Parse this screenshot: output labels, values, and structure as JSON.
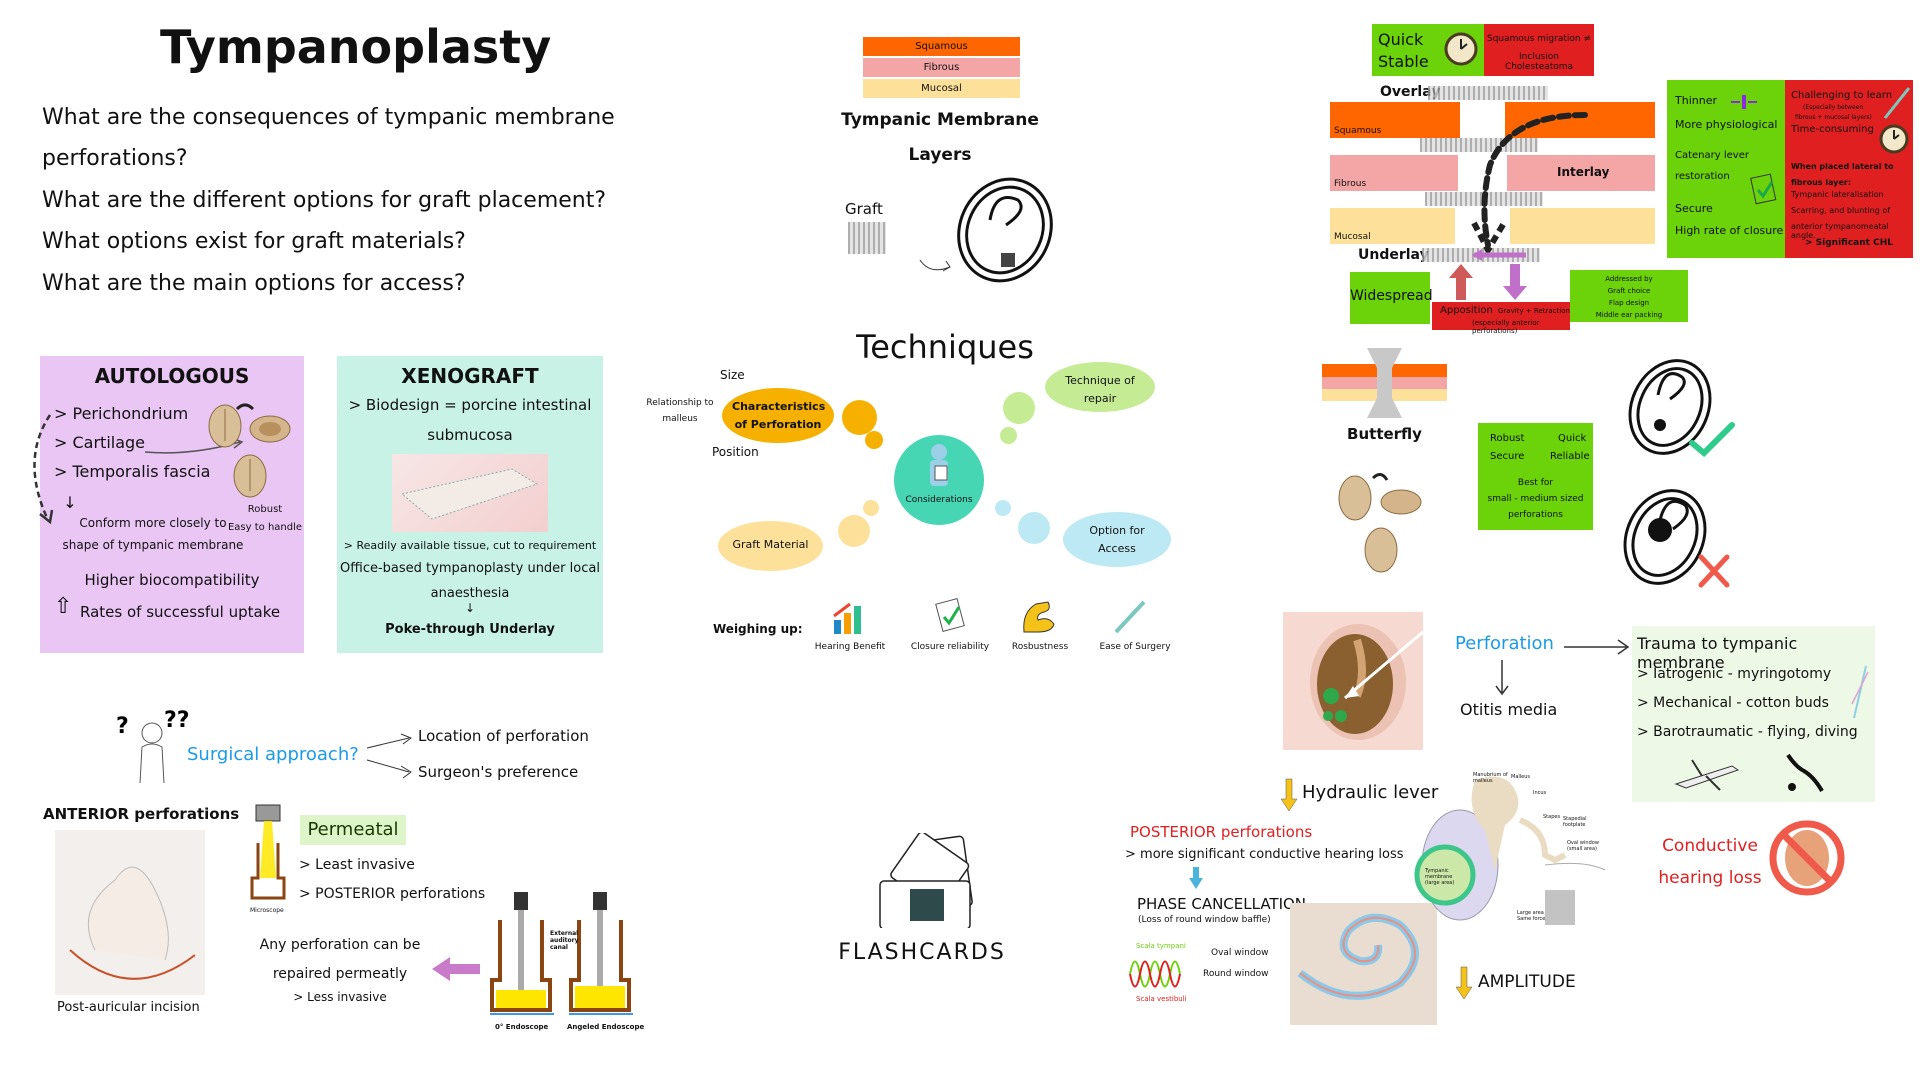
{
  "title": "Tympanoplasty",
  "questions": [
    "What are the consequences of tympanic membrane",
    "perforations?",
    "What are the different options for graft placement?",
    "What options exist for graft materials?",
    "What are the main options for access?"
  ],
  "tm_layers": {
    "layers": [
      "Squamous",
      "Fibrous",
      "Mucosal"
    ],
    "caption_line1": "Tympanic Membrane",
    "caption_line2": "Layers",
    "graft_label": "Graft"
  },
  "techniques": {
    "title": "Techniques",
    "center": "Considerations",
    "nodes": {
      "characteristics": "Characteristics of Perforation",
      "technique": "Technique of repair",
      "graft_material": "Graft Material",
      "access": "Option for Access"
    },
    "characteristics_sub": [
      "Size",
      "Relationship to malleus",
      "Position"
    ],
    "weighing_label": "Weighing up:",
    "weighing_items": [
      "Hearing Benefit",
      "Closure reliability",
      "Rosbustness",
      "Ease of Surgery"
    ]
  },
  "autologous": {
    "heading": "AUTOLOGOUS",
    "items": [
      "> Perichondrium",
      "> Cartilage",
      "> Temporalis fascia"
    ],
    "conform": [
      "Conform more closely to",
      "shape of tympanic membrane"
    ],
    "robust": [
      "Robust",
      "Easy to handle"
    ],
    "bio": "Higher biocompatibility",
    "uptake": "Rates of successful uptake"
  },
  "xenograft": {
    "heading": "XENOGRAFT",
    "line1": "> Biodesign = porcine intestinal",
    "line2": "submucosa",
    "readily": "> Readily available tissue, cut to requirement",
    "office1": "Office-based tympanoplasty under local",
    "office2": "anaesthesia",
    "poke": "Poke-through Underlay"
  },
  "placement": {
    "quick": "Quick",
    "stable": "Stable",
    "overlay_cons": [
      "Squamous migration ≠",
      "Inclusion Cholesteatoma"
    ],
    "overlay": "Overlay",
    "underlay": "Underlay",
    "interlay": "Interlay",
    "layers": [
      "Squamous",
      "Fibrous",
      "Mucosal"
    ],
    "interlay_pros": [
      "Thinner",
      "More physiological",
      "Catenary lever",
      "restoration",
      "Secure",
      "High rate of closure"
    ],
    "interlay_cons": [
      "Challenging to learn",
      "(Especially between",
      "fibrous + mucosal layers)",
      "Time-consuming",
      "When placed lateral to",
      "fibrous layer:",
      "Tympanic lateralisation",
      "Scarring, and blunting of",
      "anterior tympanomeatal angle.",
      "> Significant CHL"
    ],
    "widespread": "Widespread",
    "apposition": "Apposition",
    "apposition_sub": "Gravity + Retraction",
    "apposition_note": "(especially anterior perforations)",
    "addressed": [
      "Addressed by",
      "Graft choice",
      "Flap design",
      "Middle ear packing"
    ]
  },
  "butterfly": {
    "label": "Butterfly",
    "pros": [
      "Robust",
      "Quick",
      "Secure",
      "Reliable"
    ],
    "best": [
      "Best for",
      "small - medium sized",
      "perforations"
    ]
  },
  "perforation": {
    "label": "Perforation",
    "otitis": "Otitis media",
    "trauma_title": "Trauma to tympanic membrane",
    "trauma_items": [
      "> Iatrogenic - myringotomy",
      "> Mechanical - cotton buds",
      "> Barotraumatic - flying, diving"
    ],
    "chl": [
      "Conductive",
      "hearing loss"
    ]
  },
  "hearing": {
    "hydraulic": "Hydraulic lever",
    "posterior": "POSTERIOR perforations",
    "posterior_sub": "> more significant conductive hearing loss",
    "phase": "PHASE CANCELLATION",
    "phase_sub": "(Loss of round window baffle)",
    "scala_t": "Scala tympani",
    "scala_v": "Scala vestibuli",
    "oval": "Oval window",
    "round": "Round window",
    "amplitude": "AMPLITUDE",
    "ossicle_labels": [
      "Manubrium of malleus",
      "Malleus",
      "Incus",
      "Stapes",
      "Stapedial footplate",
      "Oval window (small area)",
      "Tympanic membrane (large area)",
      "Large area Same force"
    ]
  },
  "approach": {
    "question": "Surgical approach?",
    "factors": [
      "Location of perforation",
      "Surgeon's preference"
    ],
    "anterior": "ANTERIOR perforations",
    "post_auricular": "Post-auricular incision",
    "permeatal": "Permeatal",
    "permeatal_items": [
      "> Least invasive",
      "> POSTERIOR perforations"
    ],
    "microscope": "Microscope",
    "any1": "Any perforation can be",
    "any2": "repaired permeatly",
    "less": "> Less invasive",
    "eac": "External auditory canal",
    "endo0": "0° Endoscope",
    "endoA": "Angeled Endoscope"
  },
  "logo": "FLASHCARDS",
  "colors": {
    "orange": "#ff6600",
    "pink": "#f4a6a6",
    "cream": "#fde19a",
    "green": "#6cd20a",
    "red": "#e02020",
    "blue_text": "#1a9be8",
    "purple_panel": "#eac6f5",
    "teal_panel": "#c8f2e6"
  }
}
